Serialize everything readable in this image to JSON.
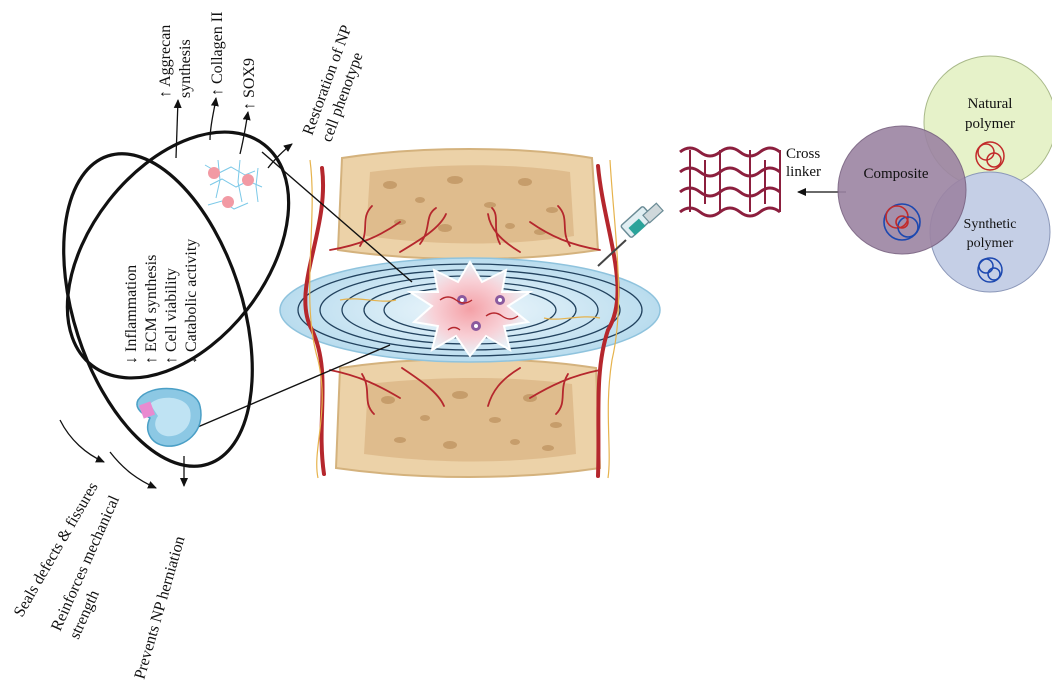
{
  "effects": {
    "aggrecan_line1": "↑ Aggrecan",
    "aggrecan_line2": "synthesis",
    "collagen": "↑ Collagen II",
    "sox9": "↑ SOX9",
    "restoration_line1": "Restoration of NP",
    "restoration_line2": "cell phenotype",
    "inflammation": "↓ Inflammation",
    "ecm": "↑ ECM synthesis",
    "viability": "↑ Cell viability",
    "catabolic": "↓ Catabolic activity",
    "seals": "Seals defects & fissures",
    "reinforces_line1": "Reinforces mechanical",
    "reinforces_line2": "strength",
    "prevents": "Prevents NP herniation"
  },
  "hydrogel": {
    "crosslinker_line1": "Cross",
    "crosslinker_line2": "linker"
  },
  "polymers": {
    "natural_line1": "Natural",
    "natural_line2": "polymer",
    "composite": "Composite",
    "synthetic_line1": "Synthetic",
    "synthetic_line2": "polymer"
  },
  "colors": {
    "natural_circle": "#e6f2c9",
    "composite_circle": "#9c84a3",
    "synthetic_circle": "#c5cfe6",
    "vertebra": "#ecd2a8",
    "disc": "#cfe7f3",
    "vessel": "#b5272d"
  }
}
